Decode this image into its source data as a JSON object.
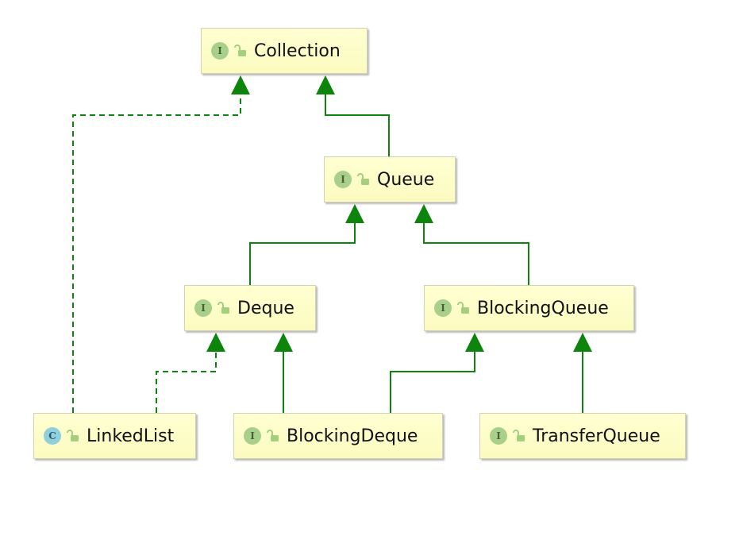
{
  "colors": {
    "edge": "#0d850d",
    "interface_badge": "#a8d08a",
    "class_badge": "#8fd0dc",
    "node_fill": "#ffffc8"
  },
  "nodes": {
    "collection": {
      "badge": "I",
      "label": "Collection",
      "kind": "interface"
    },
    "queue": {
      "badge": "I",
      "label": "Queue",
      "kind": "interface"
    },
    "deque": {
      "badge": "I",
      "label": "Deque",
      "kind": "interface"
    },
    "blocking_queue": {
      "badge": "I",
      "label": "BlockingQueue",
      "kind": "interface"
    },
    "linked_list": {
      "badge": "C",
      "label": "LinkedList",
      "kind": "class"
    },
    "blocking_deque": {
      "badge": "I",
      "label": "BlockingDeque",
      "kind": "interface"
    },
    "transfer_queue": {
      "badge": "I",
      "label": "TransferQueue",
      "kind": "interface"
    }
  },
  "edges": [
    {
      "from": "queue",
      "to": "collection",
      "style": "extends"
    },
    {
      "from": "linked_list",
      "to": "collection",
      "style": "implements"
    },
    {
      "from": "deque",
      "to": "queue",
      "style": "extends"
    },
    {
      "from": "blocking_queue",
      "to": "queue",
      "style": "extends"
    },
    {
      "from": "linked_list",
      "to": "deque",
      "style": "implements"
    },
    {
      "from": "blocking_deque",
      "to": "deque",
      "style": "extends"
    },
    {
      "from": "blocking_deque",
      "to": "blocking_queue",
      "style": "extends"
    },
    {
      "from": "transfer_queue",
      "to": "blocking_queue",
      "style": "extends"
    }
  ]
}
